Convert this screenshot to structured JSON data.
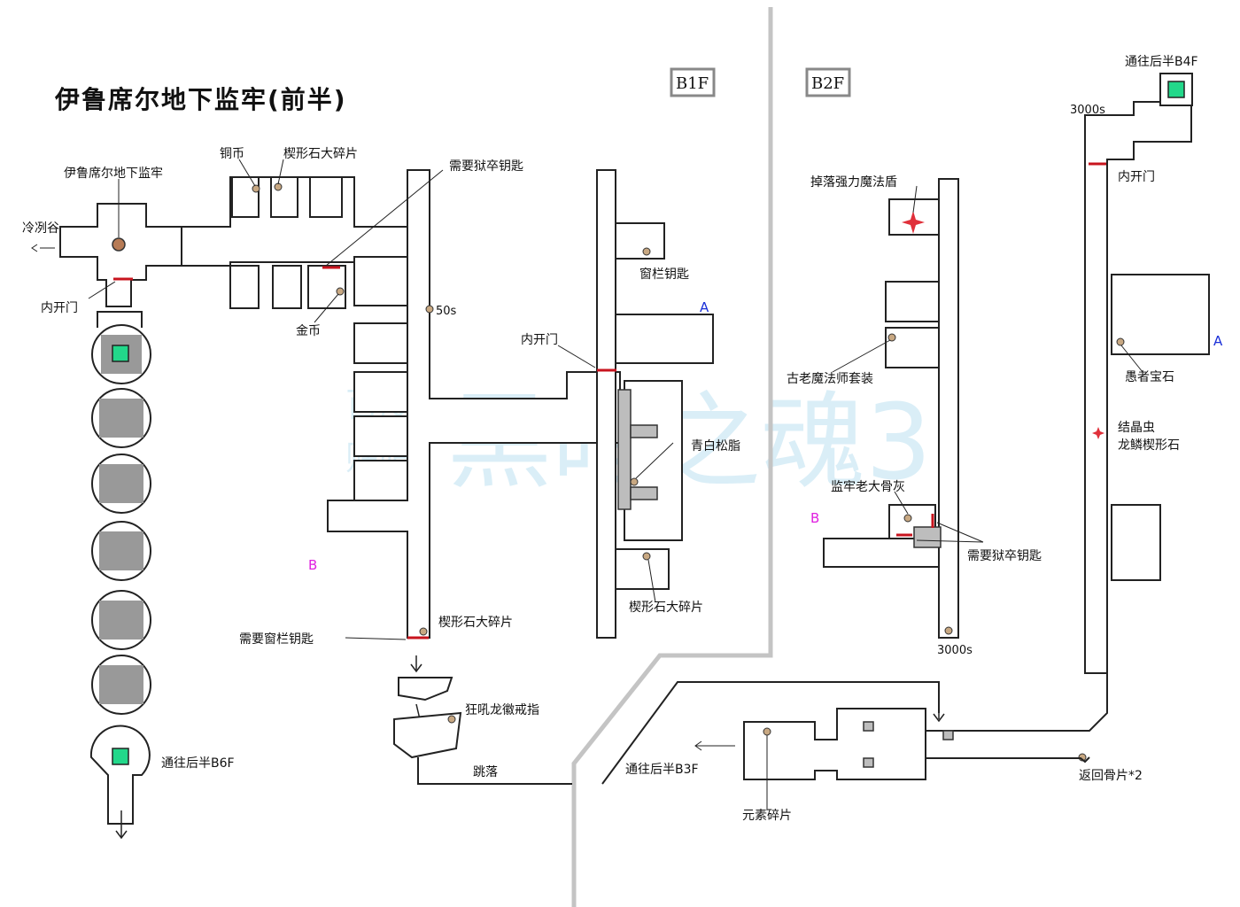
{
  "title": "伊鲁席尔地下监牢(前半)",
  "floors": {
    "b1f": "B1F",
    "b2f": "B2F"
  },
  "watermark": {
    "line1": "百度",
    "line2": "贴吧",
    "main": "黑暗之魂3"
  },
  "labels": {
    "cold_valley": "冷冽谷",
    "dungeon_bonfire": "伊鲁席尔地下监牢",
    "inner_door_left": "内开门",
    "copper_coin": "铜币",
    "wedge_large_1": "楔形石大碎片",
    "need_jailer_key_top": "需要狱卒钥匙",
    "gold_coin": "金币",
    "time_50s": "50s",
    "window_key": "窗栏钥匙",
    "marker_a": "A",
    "inner_door_mid": "内开门",
    "pale_pine_resin": "青白松脂",
    "marker_b": "B",
    "wedge_large_2": "楔形石大碎片",
    "wedge_large_3": "楔形石大碎片",
    "need_window_key": "需要窗栏钥匙",
    "roaring_dragon_ring": "狂吼龙徽戒指",
    "jump_down": "跳落",
    "to_b6f": "通往后半B6F",
    "strong_magic_shield": "掉落强力魔法盾",
    "old_sorcerer_set": "古老魔法师套装",
    "old_jailer_ashes": "监牢老大骨灰",
    "need_jailer_key_b2": "需要狱卒钥匙",
    "time_3000s_mid": "3000s",
    "time_3000s_top": "3000s",
    "to_b4f": "通往后半B4F",
    "inner_door_right": "内开门",
    "fools_gem": "愚者宝石",
    "crystal_lizard": "结晶虫",
    "dragon_wedge": "龙鳞楔形石",
    "to_b3f": "通往后半B3F",
    "element_shard": "元素碎片",
    "homeward_bone": "返回骨片*2",
    "marker_a2": "A",
    "marker_b2": "B"
  },
  "colors": {
    "door": "#c8141e",
    "item": "#c8a882",
    "elevator": "#22d88a",
    "marker_a": "#1a2fd8",
    "marker_b": "#e020e0"
  }
}
